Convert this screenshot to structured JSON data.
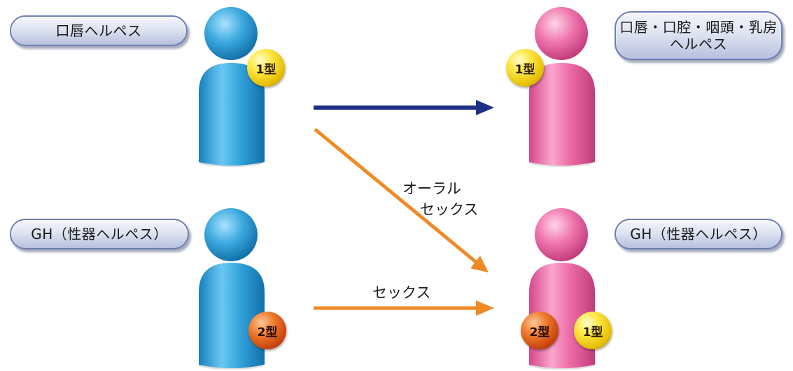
{
  "labels": {
    "top_left": "口唇ヘルペス",
    "top_right_line1": "口唇・口腔・咽頭・乳房",
    "top_right_line2": "ヘルペス",
    "bottom_left": "GH（性器ヘルペス）",
    "bottom_right": "GH（性器ヘルペス）"
  },
  "arrows": {
    "oral_line1": "オーラル",
    "oral_line2": "セックス",
    "sex": "セックス"
  },
  "badges": {
    "type1": "1型",
    "type2": "2型"
  },
  "colors": {
    "male_figure": "#2aa0dc",
    "female_figure": "#ee6fa8",
    "arrow_navy": "#1d2f86",
    "arrow_orange": "#f08a25",
    "pill_border": "#6e7db4"
  }
}
